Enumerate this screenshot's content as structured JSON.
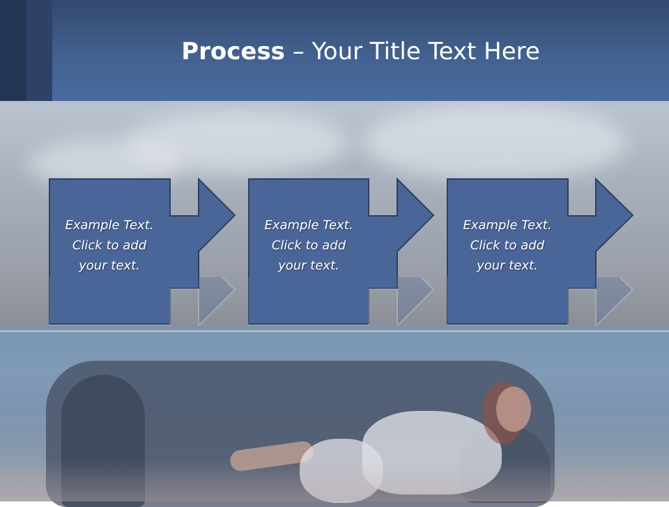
{
  "slide": {
    "title_bold": "Process",
    "title_rest": " – Your Title Text Here",
    "steps": [
      {
        "line1": "Example Text.",
        "line2": "Click  to add",
        "line3": "your text."
      },
      {
        "line1": "Example Text.",
        "line2": "Click  to add",
        "line3": "your text."
      },
      {
        "line1": "Example Text.",
        "line2": "Click  to add",
        "line3": "your text."
      }
    ]
  },
  "colors": {
    "header": "#42618f",
    "shape_fill": "#4a6699",
    "shape_border": "#2d3f60",
    "text": "#ffffff"
  }
}
